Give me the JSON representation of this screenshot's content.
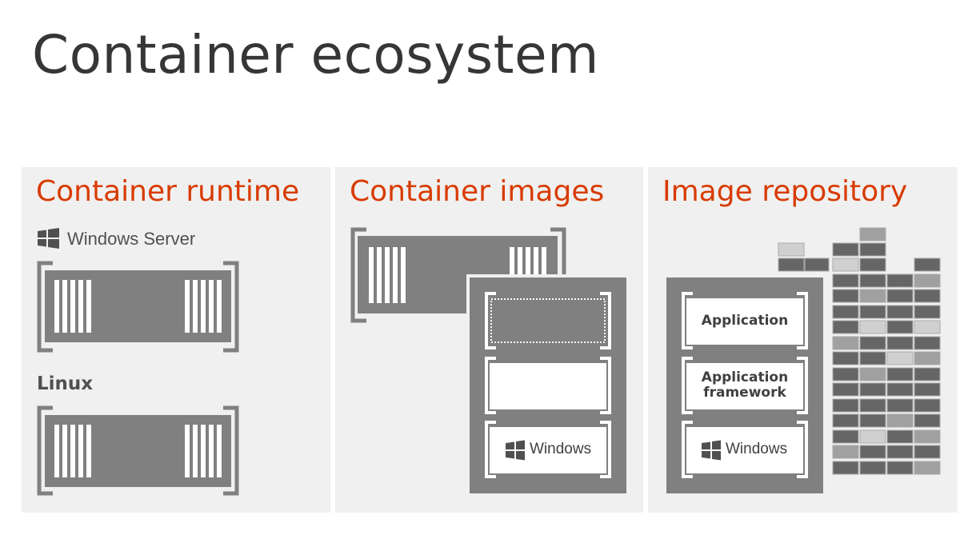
{
  "title": "Container ecosystem",
  "panels": {
    "runtime": {
      "title": "Container runtime",
      "windows_server_label": "Windows Server",
      "linux_label": "Linux"
    },
    "images": {
      "title": "Container images",
      "windows_label": "Windows"
    },
    "repository": {
      "title": "Image repository",
      "layers": [
        "Application",
        "Application\nframework",
        "Windows"
      ]
    }
  },
  "colors": {
    "accent": "#d83b01",
    "container_gray": "#808080",
    "panel_bg": "#f0f0f0",
    "title_text": "#363636"
  }
}
